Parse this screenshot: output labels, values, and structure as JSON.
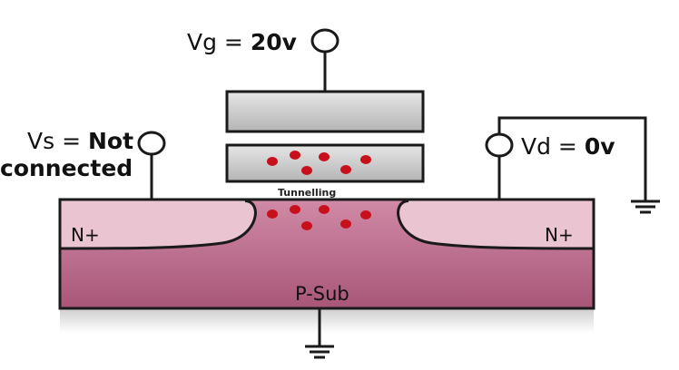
{
  "labels": {
    "gate": {
      "prefix": "Vg = ",
      "value": "20v"
    },
    "source": {
      "prefix": "Vs = ",
      "value_line1": "Not",
      "value_line2": "connected"
    },
    "drain": {
      "prefix": "Vd = ",
      "value": "0v"
    },
    "tunnelling": "Tunnelling",
    "source_region": "N+",
    "drain_region": "N+",
    "substrate": "P-Sub"
  },
  "colors": {
    "substrate": "#b86a8a",
    "n_plus": "#e8bccb",
    "gate": "#c9c9c9",
    "electron": "#c8101c",
    "line": "#222222"
  },
  "icons": {
    "gate_terminal": "circle-terminal",
    "source_terminal": "circle-terminal",
    "drain_terminal": "circle-terminal",
    "drain_ground": "ground-symbol",
    "substrate_ground": "ground-symbol"
  }
}
